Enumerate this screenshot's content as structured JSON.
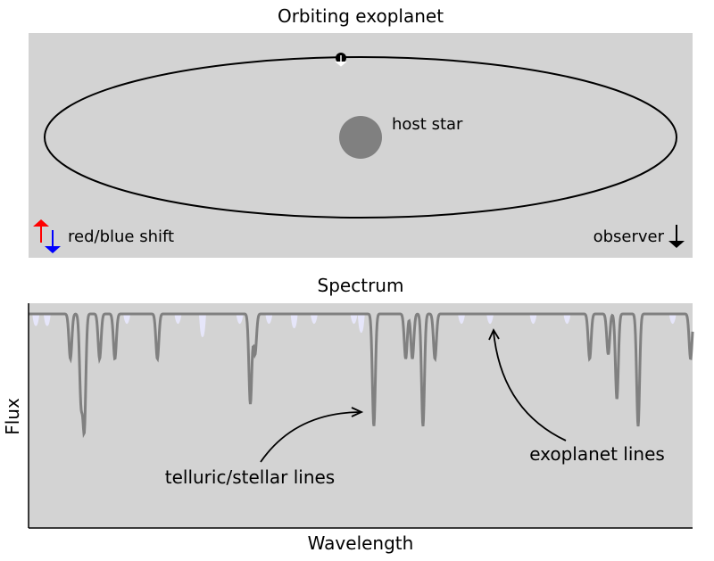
{
  "top_panel": {
    "title": "Orbiting exoplanet",
    "star_label": "host star",
    "shift_label": "red/blue shift",
    "observer_label": "observer"
  },
  "bottom_panel": {
    "title": "Spectrum",
    "ylabel": "Flux",
    "xlabel": "Wavelength",
    "annotation_telluric": "telluric/stellar lines",
    "annotation_exoplanet": "exoplanet lines"
  },
  "colors": {
    "panel_bg": "#d3d3d3",
    "star": "#808080",
    "spectrum_line": "#808080",
    "faint_lines": "#e6e6fa",
    "redshift_arrow": "#ff0000",
    "blueshift_arrow": "#0000ff"
  },
  "chart_data": {
    "type": "line",
    "title": "Spectrum",
    "xlabel": "Wavelength",
    "ylabel": "Flux",
    "grid": false,
    "series": [
      {
        "style": "gray absorption spectrum",
        "absorption_lines": [
          {
            "x": 0.063,
            "depth": 0.2
          },
          {
            "x": 0.079,
            "depth": 0.38
          },
          {
            "x": 0.084,
            "depth": 0.5
          },
          {
            "x": 0.107,
            "depth": 0.2
          },
          {
            "x": 0.13,
            "depth": 0.2
          },
          {
            "x": 0.194,
            "depth": 0.2
          },
          {
            "x": 0.334,
            "depth": 0.4
          },
          {
            "x": 0.341,
            "depth": 0.18
          },
          {
            "x": 0.52,
            "depth": 0.5
          },
          {
            "x": 0.568,
            "depth": 0.2
          },
          {
            "x": 0.578,
            "depth": 0.2
          },
          {
            "x": 0.594,
            "depth": 0.5
          },
          {
            "x": 0.612,
            "depth": 0.2
          },
          {
            "x": 0.845,
            "depth": 0.2
          },
          {
            "x": 0.873,
            "depth": 0.18
          },
          {
            "x": 0.886,
            "depth": 0.38
          },
          {
            "x": 0.918,
            "depth": 0.5
          },
          {
            "x": 0.997,
            "depth": 0.2
          }
        ]
      },
      {
        "style": "faint lavender lines",
        "absorption_lines": [
          {
            "x": 0.011,
            "depth": 0.05
          },
          {
            "x": 0.028,
            "depth": 0.05
          },
          {
            "x": 0.148,
            "depth": 0.04
          },
          {
            "x": 0.225,
            "depth": 0.04
          },
          {
            "x": 0.262,
            "depth": 0.1
          },
          {
            "x": 0.318,
            "depth": 0.04
          },
          {
            "x": 0.362,
            "depth": 0.04
          },
          {
            "x": 0.4,
            "depth": 0.06
          },
          {
            "x": 0.43,
            "depth": 0.04
          },
          {
            "x": 0.49,
            "depth": 0.04
          },
          {
            "x": 0.501,
            "depth": 0.08
          },
          {
            "x": 0.652,
            "depth": 0.04
          },
          {
            "x": 0.695,
            "depth": 0.04
          },
          {
            "x": 0.76,
            "depth": 0.04
          },
          {
            "x": 0.811,
            "depth": 0.04
          },
          {
            "x": 0.97,
            "depth": 0.04
          }
        ]
      }
    ]
  }
}
